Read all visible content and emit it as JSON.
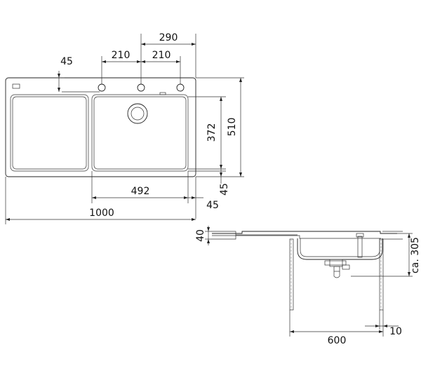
{
  "top_view": {
    "dims": {
      "d290": "290",
      "d210a": "210",
      "d210b": "210",
      "d45_tap": "45",
      "d372": "372",
      "d510": "510",
      "d492": "492",
      "d45_right": "45",
      "d45_bottom": "45",
      "d1000": "1000"
    }
  },
  "side_view": {
    "dims": {
      "d40": "40",
      "d305": "ca. 305",
      "d600": "600",
      "d10": "10"
    }
  }
}
